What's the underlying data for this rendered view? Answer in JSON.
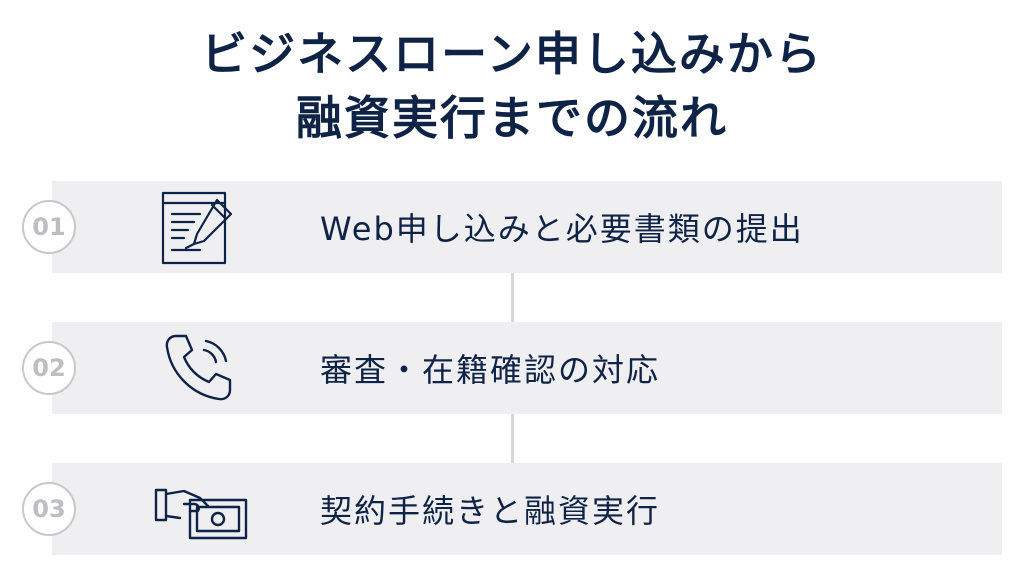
{
  "title": {
    "line1": "ビジネスローン申し込みから",
    "line2": "融資実行までの流れ"
  },
  "steps": [
    {
      "number": "01",
      "label": "Web申し込みと必要書類の提出",
      "icon": "document-pen-icon"
    },
    {
      "number": "02",
      "label": "審査・在籍確認の対応",
      "icon": "phone-call-icon"
    },
    {
      "number": "03",
      "label": "契約手続きと融資実行",
      "icon": "hand-money-icon"
    }
  ],
  "colors": {
    "primary": "#0f2346",
    "band": "#efeff1",
    "number": "#bdbdc2",
    "connector": "#d6d7da"
  }
}
